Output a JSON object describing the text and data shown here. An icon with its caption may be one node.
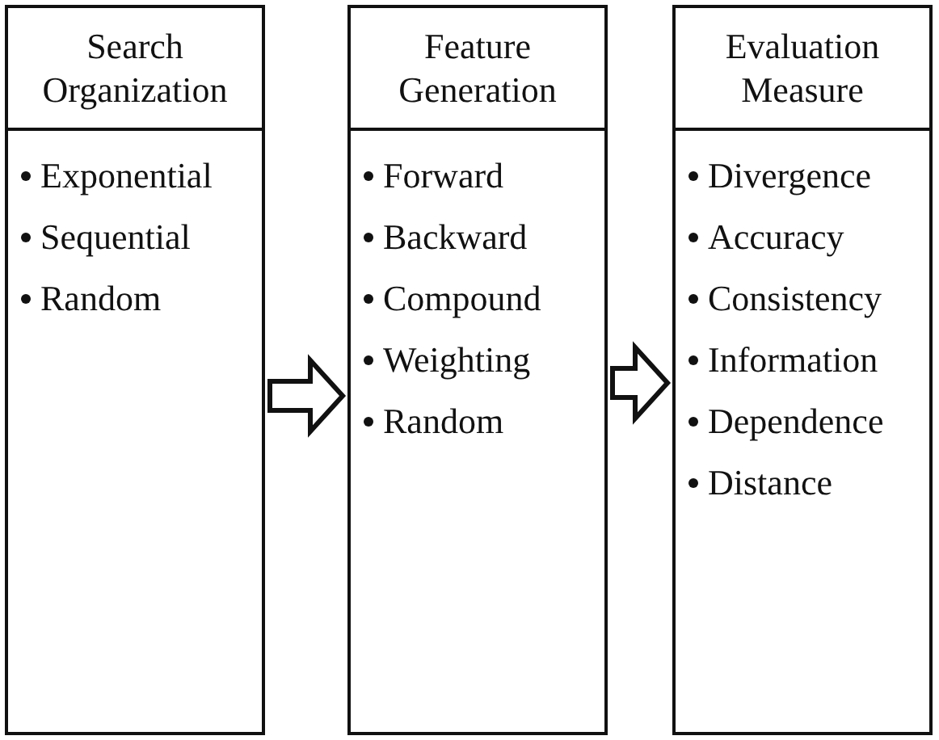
{
  "diagram": {
    "nodes": [
      {
        "text": [
          "Search Organization",
          "Exponential",
          "Sequential",
          "Random"
        ]
      },
      {
        "text": [
          "Feature Generation",
          "Forward",
          "Backward",
          "Compound",
          "Weighting",
          "Random"
        ]
      },
      {
        "text": [
          "Evaluation Measure",
          "Divergence",
          "Accuracy",
          "Consistency",
          "Information",
          "Dependence",
          "Distance"
        ]
      }
    ],
    "edges": [
      {
        "from": 0,
        "to": 1,
        "arrow": "to",
        "style": "thick"
      },
      {
        "from": 1,
        "to": 2,
        "arrow": "to",
        "style": "thick"
      }
    ]
  }
}
